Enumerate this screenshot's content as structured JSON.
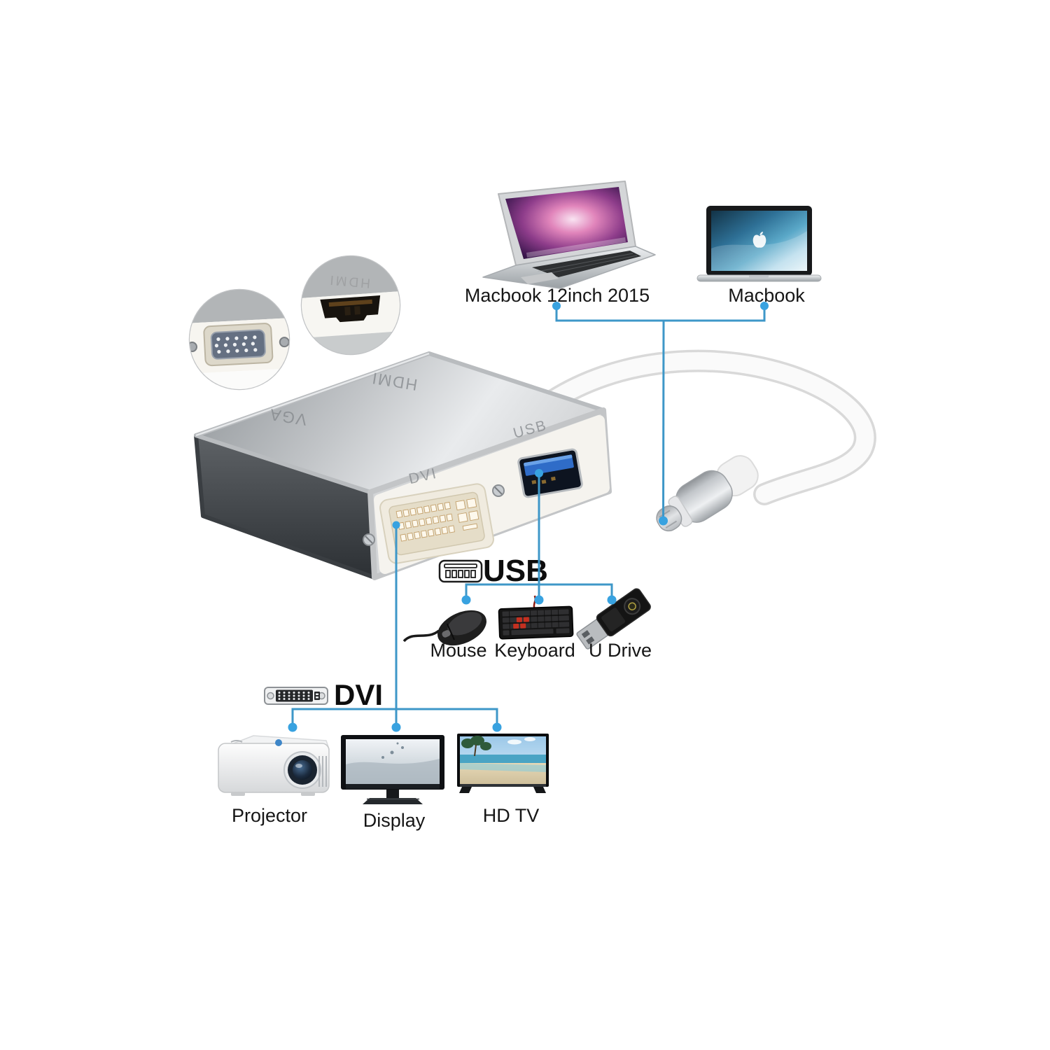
{
  "diagram": {
    "accent_color": "#3e97c8",
    "hosts": {
      "macbook_air_label": "Macbook 12inch 2015",
      "macbook_pro_label": "Macbook"
    },
    "adapter": {
      "engraved_labels": {
        "hdmi": "HDMI",
        "vga": "VGA",
        "usb": "USB",
        "dvi": "DVI"
      }
    },
    "callouts": {
      "hdmi_engraving": "HDMI"
    },
    "usb_section": {
      "title": "USB",
      "devices": [
        {
          "label": "Mouse"
        },
        {
          "label": "Keyboard"
        },
        {
          "label": "U Drive"
        }
      ]
    },
    "dvi_section": {
      "title": "DVI",
      "devices": [
        {
          "label": "Projector"
        },
        {
          "label": "Display"
        },
        {
          "label": "HD TV"
        }
      ]
    }
  }
}
